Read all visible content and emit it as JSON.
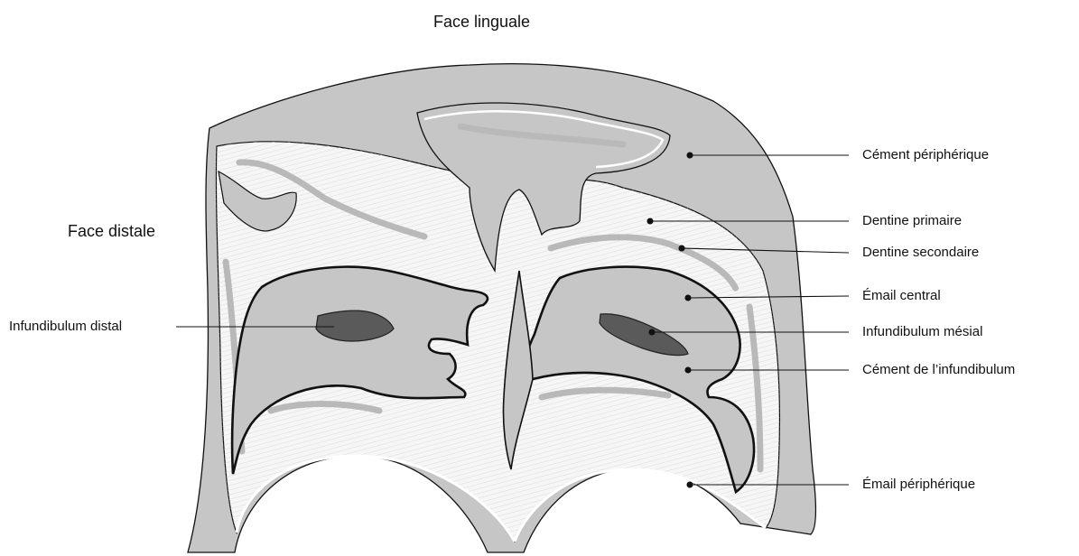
{
  "diagram": {
    "orientation": {
      "top": "Face linguale",
      "left": "Face distale"
    },
    "labels": {
      "infundibulum_distal": "Infundibulum distal",
      "cement_peripheral": "Cément périphérique",
      "dentine_primary": "Dentine primaire",
      "dentine_secondary": "Dentine secondaire",
      "enamel_central": "Émail central",
      "infundibulum_mesial": "Infundibulum mésial",
      "cement_infundibulum": "Cément de l’infundibulum",
      "enamel_peripheral": "Émail périphérique"
    },
    "colors": {
      "cement": "#c6c6c6",
      "dentine": "#f7f7f7",
      "dentine_secondary": "#b9b9b9",
      "infundibulum_core": "#5a5a5a",
      "outline": "#111111"
    }
  }
}
